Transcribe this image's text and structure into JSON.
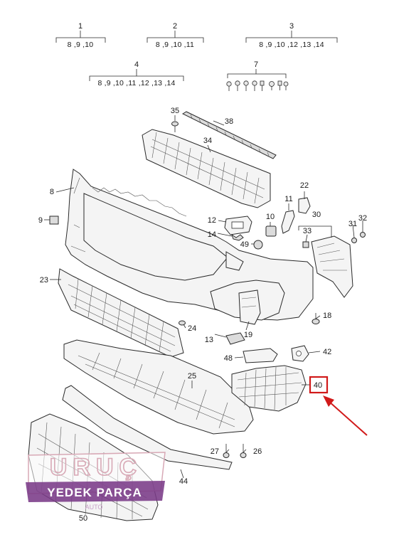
{
  "groups": [
    {
      "no": "1",
      "refs": "8 ,9 ,10"
    },
    {
      "no": "2",
      "refs": "8 ,9 ,10 ,11"
    },
    {
      "no": "3",
      "refs": "8 ,9 ,10 ,12 ,13 ,14"
    },
    {
      "no": "4",
      "refs": "8 ,9 ,10 ,11 ,12 ,13 ,14"
    },
    {
      "no": "7",
      "refs": ""
    }
  ],
  "callouts": {
    "p8": "8",
    "p9": "9",
    "p10": "10",
    "p11": "11",
    "p12": "12",
    "p13": "13",
    "p14": "14",
    "p18": "18",
    "p19": "19",
    "p22": "22",
    "p23": "23",
    "p24": "24",
    "p25": "25",
    "p26": "26",
    "p27": "27",
    "p30": "30",
    "p31": "31",
    "p32": "32",
    "p33": "33",
    "p34": "34",
    "p35": "35",
    "p38": "38",
    "p40": "40",
    "p42": "42",
    "p44": "44",
    "p48": "48",
    "p49": "49",
    "p50": "50"
  },
  "highlight": {
    "part": "40",
    "box_color": "#d11a1a",
    "arrow_color": "#d11a1a"
  },
  "watermark": {
    "line1": "URUÇ",
    "line2": "YEDEK PARÇA",
    "line3": "AUTO",
    "color_outline": "#d8a9b6",
    "color_band": "#7a3a88"
  }
}
